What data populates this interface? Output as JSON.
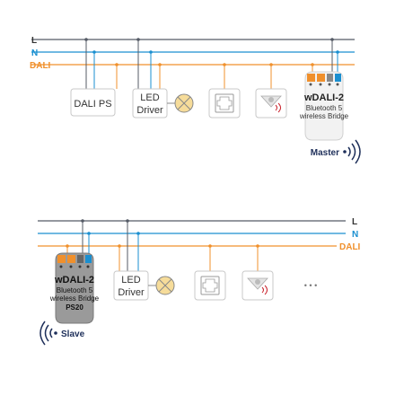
{
  "colors": {
    "L": "#555b66",
    "N": "#1a8fd0",
    "DALI": "#f0902c",
    "box_border": "#c8c8c8",
    "navy": "#1e2f5a",
    "red_signal": "#c8202a",
    "lamp": "#f6dc9a"
  },
  "top": {
    "bus_labels": {
      "L": "L",
      "N": "N",
      "DALI": "DALI"
    },
    "dali_ps_label": "DALI PS",
    "led_driver_line1": "LED",
    "led_driver_line2": "Driver",
    "bridge_title": "wDALI-2",
    "bridge_line1": "Bluetooth 5",
    "bridge_line2": "wireless Bridge",
    "role_label": "Master",
    "icons": [
      "lamp-icon",
      "push-button-icon",
      "motion-sensor-icon",
      "wireless-signal-icon"
    ]
  },
  "bottom": {
    "bus_labels": {
      "L": "L",
      "N": "N",
      "DALI": "DALI"
    },
    "bridge_title": "wDALI-2",
    "bridge_line1": "Bluetooth 5",
    "bridge_line2": "wireless Bridge",
    "bridge_model": "PS20",
    "led_driver_line1": "LED",
    "led_driver_line2": "Driver",
    "more_dots": "• • •",
    "role_label": "Slave",
    "icons": [
      "lamp-icon",
      "push-button-icon",
      "motion-sensor-icon",
      "wireless-signal-icon"
    ]
  }
}
